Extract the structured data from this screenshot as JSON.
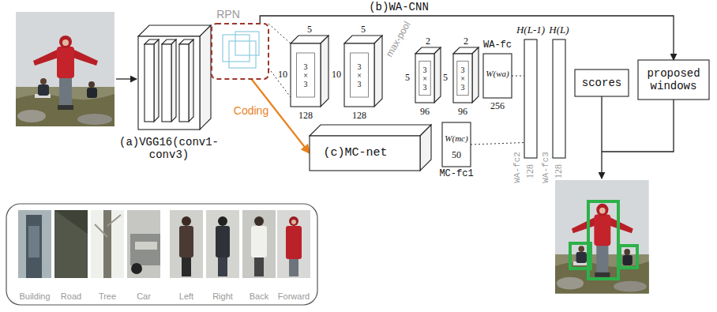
{
  "diagram": {
    "nodes": [
      {
        "text": [
          "(a)VGG16(conv1- conv3)"
        ]
      },
      {
        "text": [
          "RPN"
        ]
      },
      {
        "text": [
          "5",
          "10",
          "3 × 3",
          "128"
        ]
      },
      {
        "text": [
          "5",
          "10",
          "3 × 3",
          "128"
        ]
      },
      {
        "text": [
          "2",
          "5",
          "3 × 3",
          "96"
        ]
      },
      {
        "text": [
          "2",
          "5",
          "3 × 3",
          "96"
        ]
      },
      {
        "text": [
          "WA-fc",
          "W(wa)",
          "256"
        ]
      },
      {
        "text": [
          "H(L-1)",
          "128",
          "WA-fc2"
        ]
      },
      {
        "text": [
          "H(L)",
          "128",
          "WA-fc3"
        ]
      },
      {
        "text": [
          "scores"
        ]
      },
      {
        "text": [
          "proposed windows"
        ]
      },
      {
        "text": [
          "(c)MC-net"
        ]
      },
      {
        "text": [
          "W(mc)",
          "50",
          "MC-fc1"
        ]
      }
    ],
    "edges": [
      {
        "from": 1,
        "to": 2,
        "arrow": "none"
      },
      {
        "from": 1,
        "to": 11,
        "label": "Coding",
        "arrow": "to"
      },
      {
        "from": 1,
        "to": 10,
        "arrow": "to"
      },
      {
        "from": 6,
        "to": 7,
        "arrow": "none"
      },
      {
        "from": 12,
        "to": 7,
        "arrow": "none"
      }
    ],
    "labels": [
      "(b)WA-CNN",
      "max-pool",
      "Building",
      "Road",
      "Tree",
      "Car",
      "Left",
      "Right",
      "Back",
      "Forward"
    ]
  }
}
